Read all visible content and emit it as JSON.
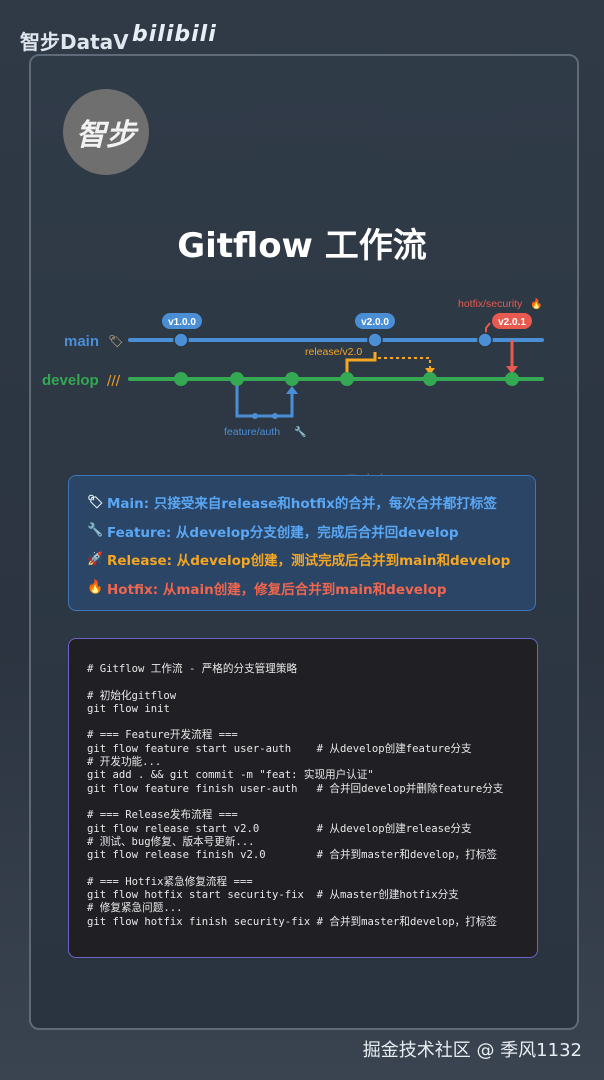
{
  "header": {
    "brand": "智步DataV",
    "bilibili": "bilibili"
  },
  "logo": {
    "text": "智步"
  },
  "title": "Gitflow 工作流",
  "diagram": {
    "main_label": "main",
    "develop_label": "develop",
    "tags": [
      "v1.0.0",
      "v2.0.0",
      "v2.0.1"
    ],
    "release_label": "release/v2.0",
    "feature_label": "feature/auth",
    "hotfix_label": "hotfix/security",
    "colors": {
      "main": "#4a8fd6",
      "develop": "#34a853",
      "release": "#f5a623",
      "hotfix": "#e85a4f",
      "feature": "#4a8fd6"
    }
  },
  "watermark": "@IT 小白",
  "legend": [
    {
      "icon": "tag-icon",
      "glyph": "🏷",
      "text": "Main: 只接受来自release和hotfix的合并，每次合并都打标签",
      "color": "#5aa7f5"
    },
    {
      "icon": "wrench-icon",
      "glyph": "🔧",
      "text": "Feature: 从develop分支创建，完成后合并回develop",
      "color": "#5aa7f5"
    },
    {
      "icon": "rocket-icon",
      "glyph": "🚀",
      "text": "Release: 从develop创建，测试完成后合并到main和develop",
      "color": "#f5a623"
    },
    {
      "icon": "fire-icon",
      "glyph": "🔥",
      "text": "Hotfix: 从main创建，修复后合并到main和develop",
      "color": "#f0664f"
    }
  ],
  "code_lines": [
    "# Gitflow 工作流 - 严格的分支管理策略",
    "",
    "# 初始化gitflow",
    "git flow init",
    "",
    "# === Feature开发流程 ===",
    "git flow feature start user-auth    # 从develop创建feature分支",
    "# 开发功能...",
    "git add . && git commit -m \"feat: 实现用户认证\"",
    "git flow feature finish user-auth   # 合并回develop并删除feature分支",
    "",
    "# === Release发布流程 ===",
    "git flow release start v2.0         # 从develop创建release分支",
    "# 测试、bug修复、版本号更新...",
    "git flow release finish v2.0        # 合并到master和develop，打标签",
    "",
    "# === Hotfix紧急修复流程 ===",
    "git flow hotfix start security-fix  # 从master创建hotfix分支",
    "# 修复紧急问题...",
    "git flow hotfix finish security-fix # 合并到master和develop，打标签"
  ],
  "footer": "掘金技术社区 @ 季风1132"
}
